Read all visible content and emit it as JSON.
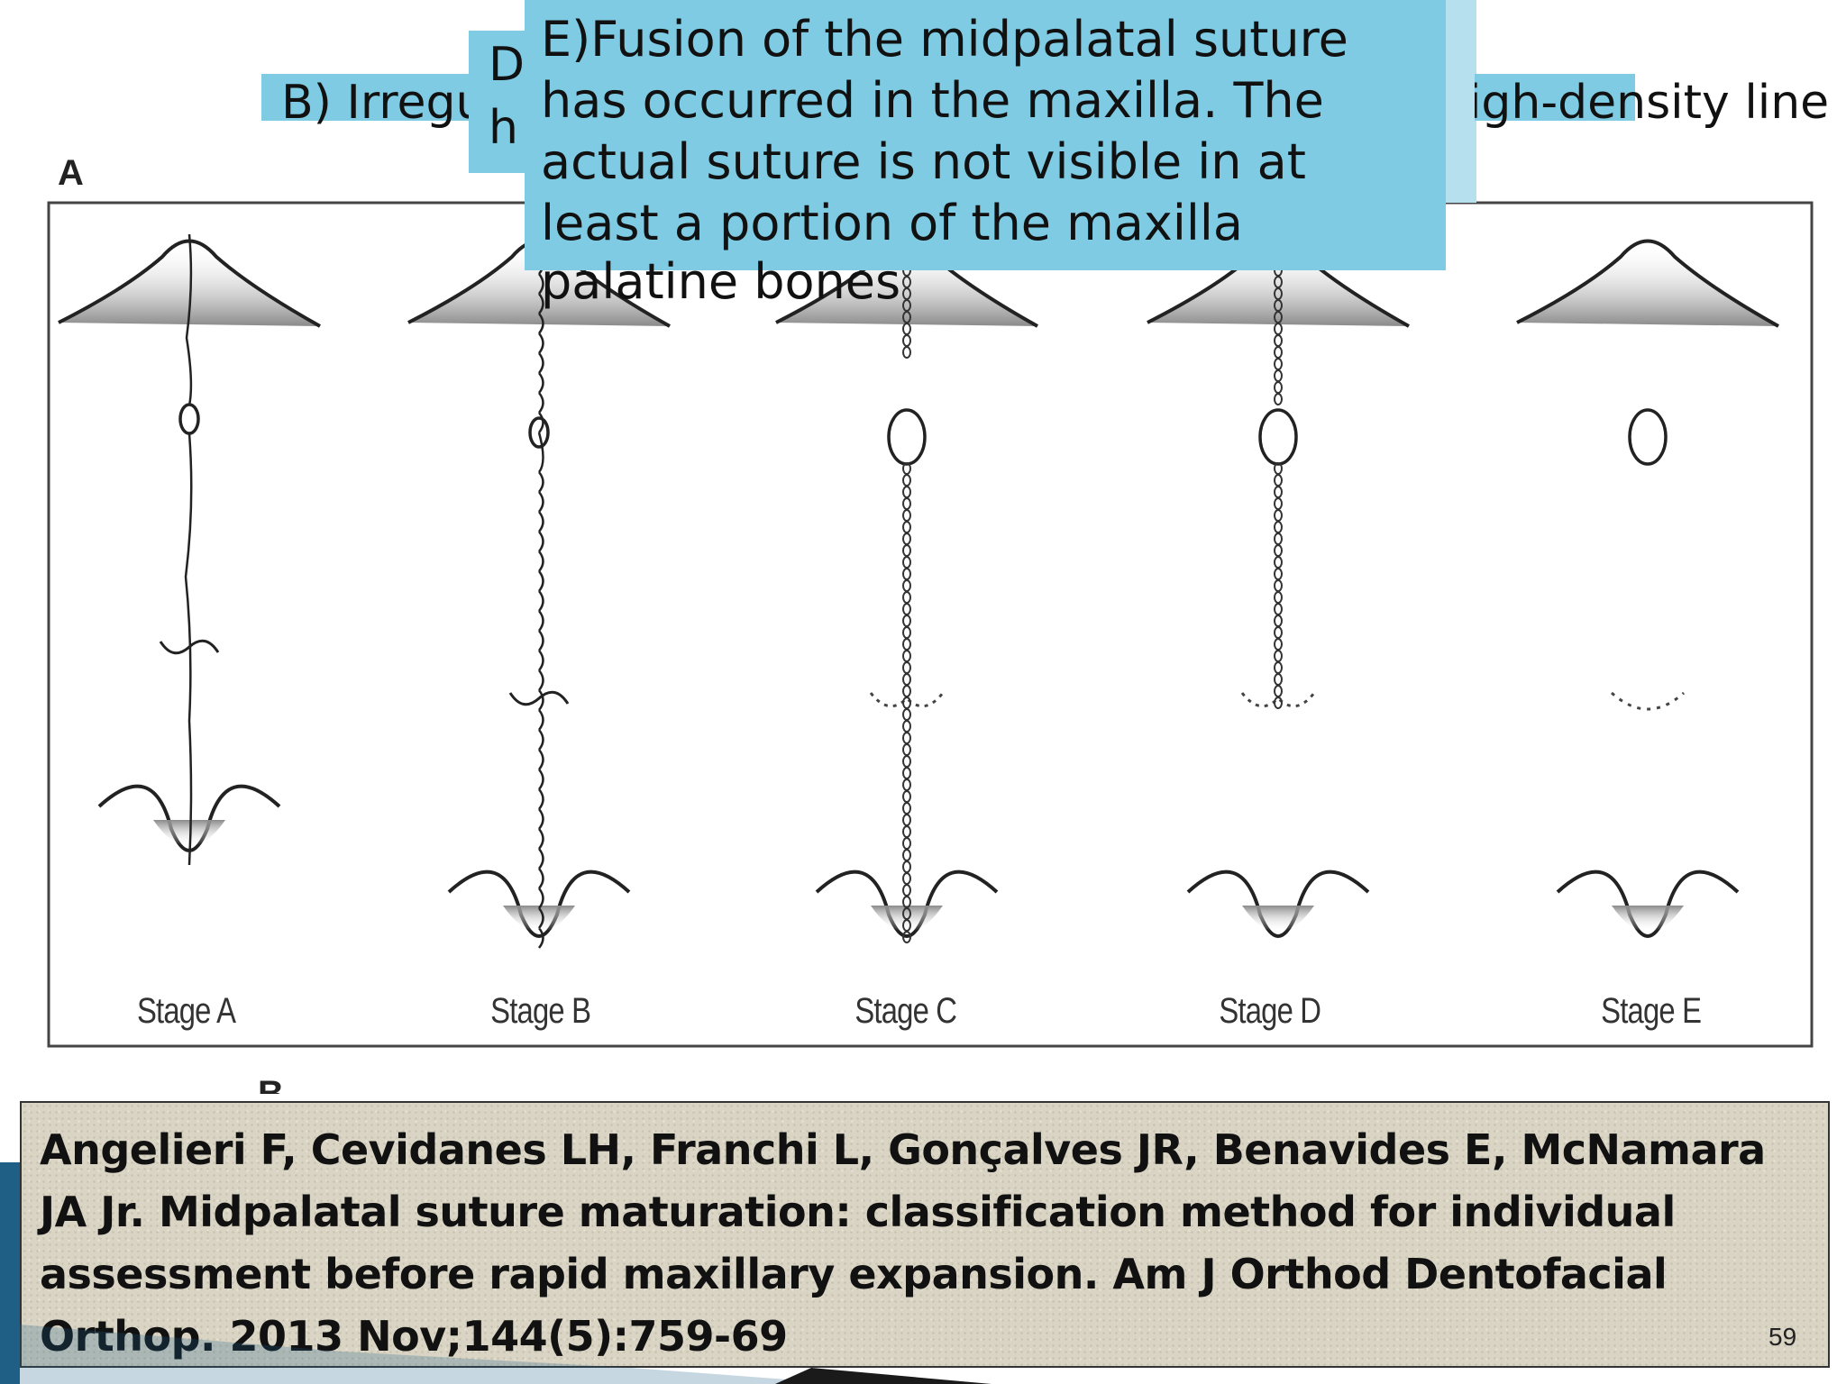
{
  "figure": {
    "panel_labels": [
      "A",
      "B"
    ],
    "stages": [
      {
        "label": "Stage A"
      },
      {
        "label": "Stage B"
      },
      {
        "label": "Stage C"
      },
      {
        "label": "Stage D"
      },
      {
        "label": "Stage E"
      }
    ]
  },
  "callouts": {
    "b_left": "B) Irregu",
    "b_right": "high-density line",
    "d_letter": "D",
    "d_second": "h",
    "e_lines": [
      "E)Fusion of the midpalatal suture",
      "has occurred in the maxilla. The",
      "actual suture is not visible in at",
      "least a portion of the maxilla"
    ],
    "overflow_text": "palatine bones"
  },
  "citation": {
    "text": "Angelieri F, Cevidanes LH, Franchi L, Gonçalves JR, Benavides E, McNamara JA Jr. Midpalatal suture maturation: classification method for individual assessment before rapid maxillary expansion. Am J Orthod Dentofacial Orthop. 2013 Nov;144(5):759-69"
  },
  "slide_number": "59",
  "colors": {
    "callout": "#7ecbe3",
    "callout_faint": "#b6e0ee",
    "citation_bg": "#d9d4c4",
    "corner_blue": "#1f5f86"
  }
}
